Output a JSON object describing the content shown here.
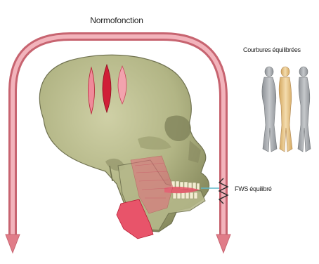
{
  "figure": {
    "title": "Normofonction",
    "curvatures_label": "Courbures équilibrées",
    "fws_label": "FWS équilibré"
  },
  "colors": {
    "arch": "#e88a94",
    "arch_light": "#f6c8cd",
    "skull": "#b7b98a",
    "skull_shadow": "#8f9166",
    "muscle": "#e8546a",
    "muscle_dark": "#c8102e",
    "figure_grey": "#a9adb1",
    "figure_beige": "#e6c48a"
  },
  "icons": {
    "figures": [
      "standing-figure-grey",
      "standing-figure-beige",
      "standing-figure-grey"
    ]
  }
}
